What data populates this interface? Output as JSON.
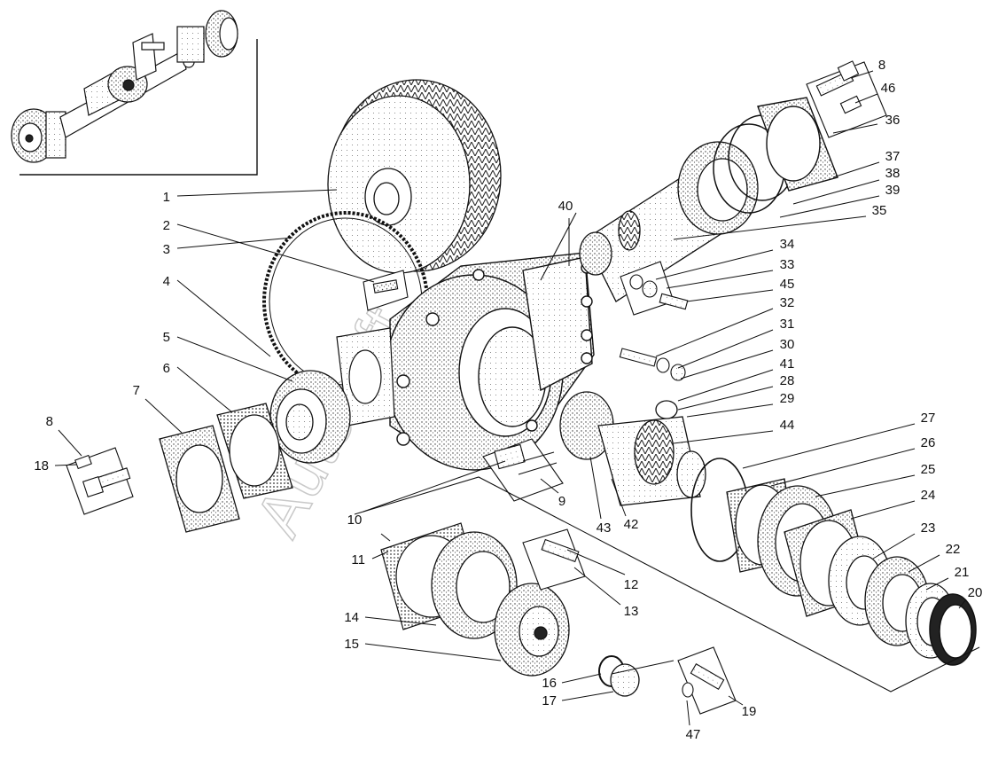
{
  "watermark": "Autosoft",
  "callouts": [
    {
      "label": "1"
    },
    {
      "label": "2"
    },
    {
      "label": "3"
    },
    {
      "label": "4"
    },
    {
      "label": "5"
    },
    {
      "label": "6"
    },
    {
      "label": "7"
    },
    {
      "label": "8"
    },
    {
      "label": "18"
    },
    {
      "label": "10"
    },
    {
      "label": "9"
    },
    {
      "label": "11"
    },
    {
      "label": "12"
    },
    {
      "label": "13"
    },
    {
      "label": "14"
    },
    {
      "label": "15"
    },
    {
      "label": "16"
    },
    {
      "label": "17"
    },
    {
      "label": "19"
    },
    {
      "label": "47"
    },
    {
      "label": "43"
    },
    {
      "label": "42"
    },
    {
      "label": "40"
    },
    {
      "label": "8"
    },
    {
      "label": "46"
    },
    {
      "label": "36"
    },
    {
      "label": "37"
    },
    {
      "label": "38"
    },
    {
      "label": "39"
    },
    {
      "label": "35"
    },
    {
      "label": "34"
    },
    {
      "label": "33"
    },
    {
      "label": "45"
    },
    {
      "label": "32"
    },
    {
      "label": "31"
    },
    {
      "label": "30"
    },
    {
      "label": "41"
    },
    {
      "label": "28"
    },
    {
      "label": "29"
    },
    {
      "label": "44"
    },
    {
      "label": "27"
    },
    {
      "label": "26"
    },
    {
      "label": "25"
    },
    {
      "label": "24"
    },
    {
      "label": "23"
    },
    {
      "label": "22"
    },
    {
      "label": "21"
    },
    {
      "label": "20"
    }
  ]
}
